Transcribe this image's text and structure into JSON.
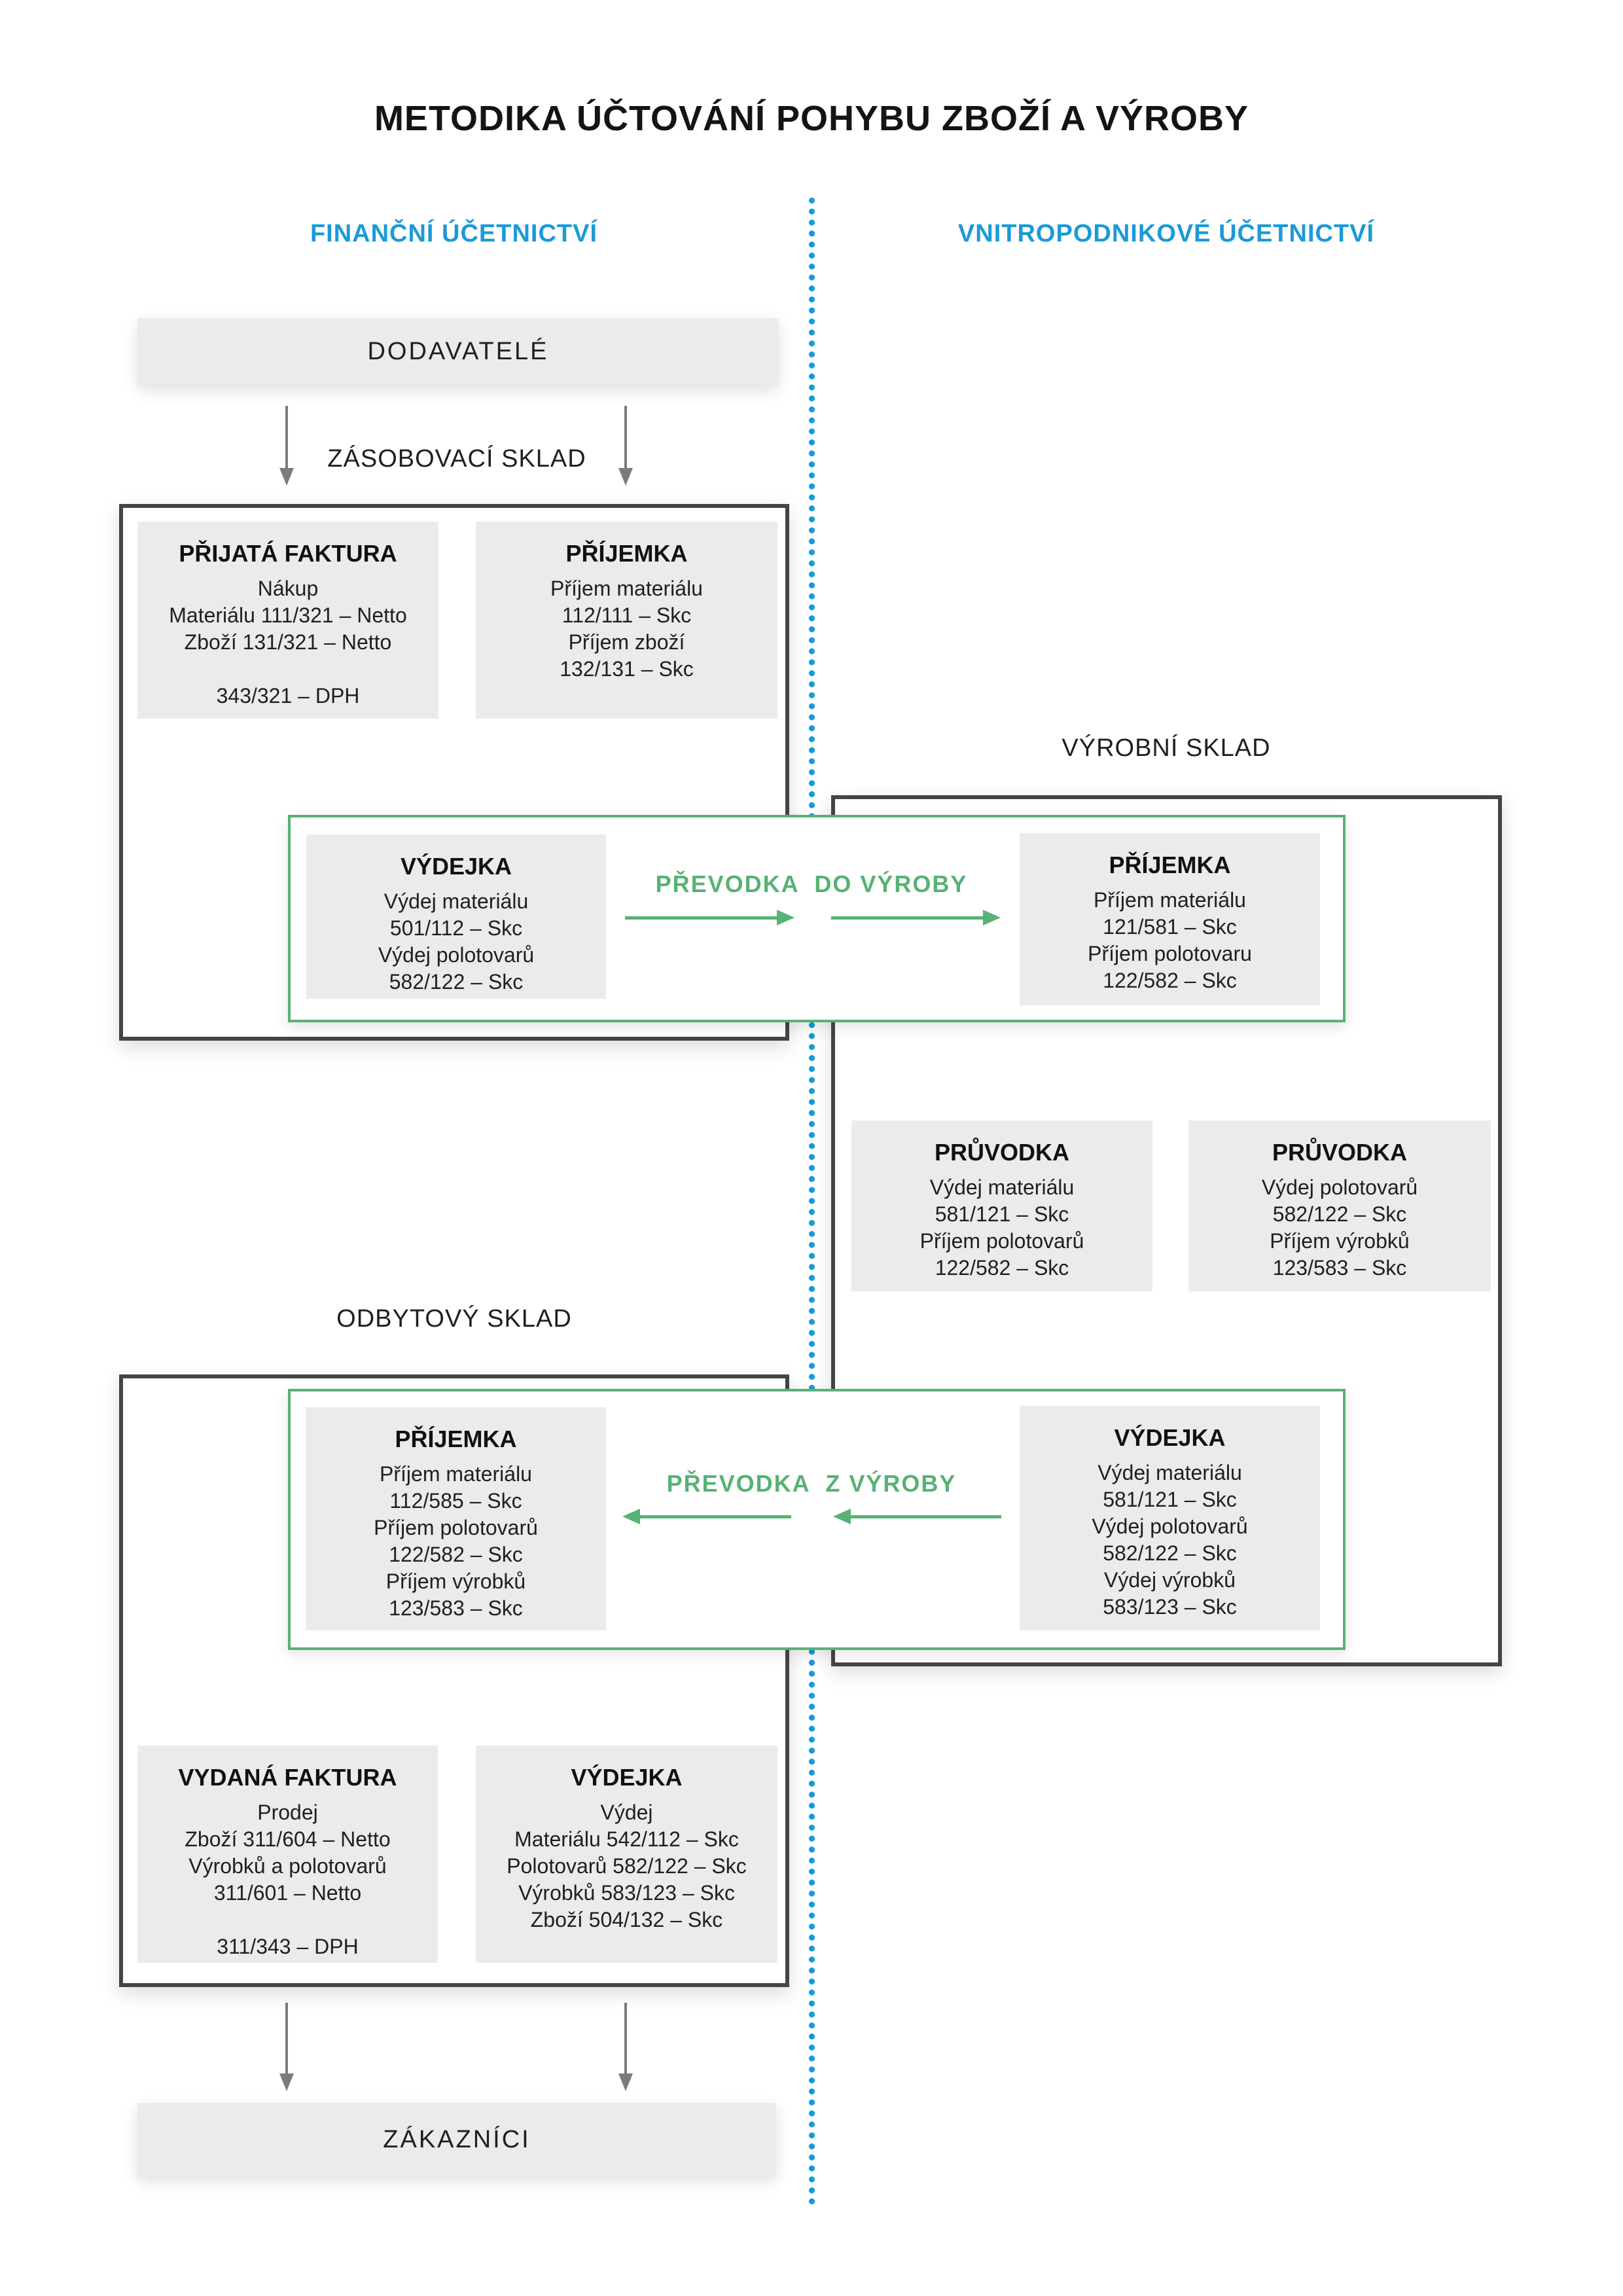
{
  "title": "METODIKA ÚČTOVÁNÍ POHYBU ZBOŽÍ A VÝROBY",
  "colors": {
    "accent_blue": "#1b9ad7",
    "accent_green": "#57b274",
    "box_gray": "#ebebeb",
    "frame_dark": "#454545",
    "arrow_gray": "#7b7b7b"
  },
  "columns": {
    "left": "FINANČNÍ ÚČETNICTVÍ",
    "right": "VNITROPODNIKOVÉ ÚČETNICTVÍ"
  },
  "sections": {
    "supply": "ZÁSOBOVACÍ SKLAD",
    "production": "VÝROBNÍ SKLAD",
    "sales": "ODBYTOVÝ SKLAD"
  },
  "endpoints": {
    "suppliers": "DODAVATELÉ",
    "customers": "ZÁKAZNÍCI"
  },
  "transfers": {
    "to_production": "PŘEVODKA  DO VÝROBY",
    "from_production": "PŘEVODKA  Z VÝROBY"
  },
  "docs": {
    "prijata_faktura": {
      "title": "PŘIJATÁ FAKTURA",
      "lines": [
        "Nákup",
        "Materiálu 111/321 – Netto",
        "Zboží 131/321 – Netto",
        "",
        "343/321 – DPH"
      ]
    },
    "prijemka_zasobovaci": {
      "title": "PŘÍJEMKA",
      "lines": [
        "Příjem materiálu",
        "112/111 – Skc",
        "Příjem zboží",
        "132/131 – Skc"
      ]
    },
    "vydejka_do_vyroby": {
      "title": "VÝDEJKA",
      "lines": [
        "Výdej materiálu",
        "501/112 – Skc",
        "Výdej polotovarů",
        "582/122 – Skc"
      ]
    },
    "prijemka_vyrobni": {
      "title": "PŘÍJEMKA",
      "lines": [
        "Příjem materiálu",
        "121/581 – Skc",
        "Příjem polotovaru",
        "122/582 – Skc"
      ]
    },
    "pruvodka_1": {
      "title": "PRŮVODKA",
      "lines": [
        "Výdej materiálu",
        "581/121 – Skc",
        "Příjem polotovarů",
        "122/582 – Skc"
      ]
    },
    "pruvodka_2": {
      "title": "PRŮVODKA",
      "lines": [
        "Výdej polotovarů",
        "582/122 – Skc",
        "Příjem výrobků",
        "123/583 – Skc"
      ]
    },
    "prijemka_odbytovy": {
      "title": "PŘÍJEMKA",
      "lines": [
        "Příjem materiálu",
        "112/585 – Skc",
        "Příjem polotovarů",
        "122/582 – Skc",
        "Příjem výrobků",
        "123/583 – Skc"
      ]
    },
    "vydejka_z_vyroby": {
      "title": "VÝDEJKA",
      "lines": [
        "Výdej materiálu",
        "581/121 – Skc",
        "Výdej polotovarů",
        "582/122 – Skc",
        "Výdej výrobků",
        "583/123 – Skc"
      ]
    },
    "vydana_faktura": {
      "title": "VYDANÁ FAKTURA",
      "lines": [
        "Prodej",
        "Zboží 311/604 – Netto",
        "Výrobků a polotovarů",
        "311/601 – Netto",
        "",
        "311/343 – DPH"
      ]
    },
    "vydejka_prodej": {
      "title": "VÝDEJKA",
      "lines": [
        "Výdej",
        "Materiálu 542/112 – Skc",
        "Polotovarů 582/122 – Skc",
        "Výrobků 583/123 – Skc",
        "Zboží 504/132 – Skc"
      ]
    }
  }
}
